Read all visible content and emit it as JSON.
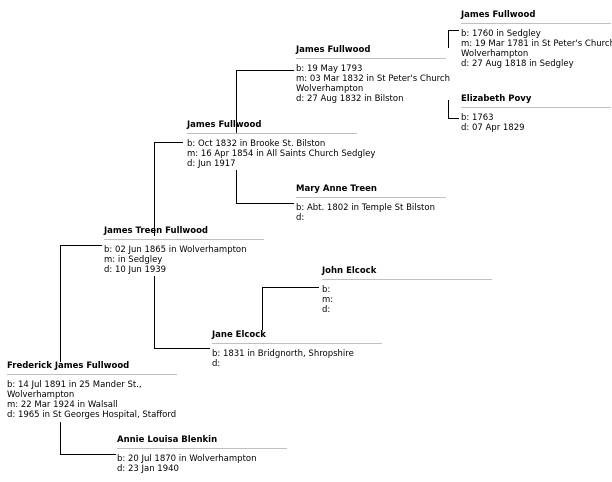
{
  "people": {
    "p1": {
      "name": "James Fullwood",
      "b": "b: 1760 in Sedgley",
      "m": "m: 19 Mar 1781 in St Peter's Church",
      "m2": "Wolverhampton",
      "d": "d: 27 Aug 1818 in Sedgley"
    },
    "p2": {
      "name": "Elizabeth Povy",
      "b": "b: 1763",
      "d": "d: 07 Apr 1829"
    },
    "p3": {
      "name": "James Fullwood",
      "b": "b: 19 May 1793",
      "m": "m: 03 Mar 1832 in St Peter's Church",
      "m2": "Wolverhampton",
      "d": "d: 27 Aug 1832 in Bilston"
    },
    "p4": {
      "name": "James Fullwood",
      "b": "b: Oct 1832 in Brooke St. Bilston",
      "m": "m: 16 Apr 1854 in All Saints Church Sedgley",
      "d": "d: Jun 1917"
    },
    "p5": {
      "name": "Mary Anne Treen",
      "b": "b: Abt. 1802 in Temple St Bilston",
      "d": "d:"
    },
    "p6": {
      "name": "James Treen Fullwood",
      "b": "b: 02 Jun 1865 in Wolverhampton",
      "m": "m: in Sedgley",
      "d": "d: 10 Jun 1939"
    },
    "p7": {
      "name": "John Elcock",
      "b": "b:",
      "m": "m:",
      "d": "d:"
    },
    "p8": {
      "name": "Jane Elcock",
      "b": "b: 1831 in Bridgnorth, Shropshire",
      "d": "d:"
    },
    "p9": {
      "name": "Frederick James Fullwood",
      "b": "b: 14 Jul 1891 in 25 Mander St.,",
      "b2": "Wolverhampton",
      "m": "m: 22 Mar 1924 in Walsall",
      "d": "d: 1965 in St Georges Hospital, Stafford"
    },
    "p10": {
      "name": "Annie Louisa Blenkin",
      "b": "b: 20 Jul 1870 in Wolverhampton",
      "d": "d: 23 Jan 1940"
    }
  }
}
